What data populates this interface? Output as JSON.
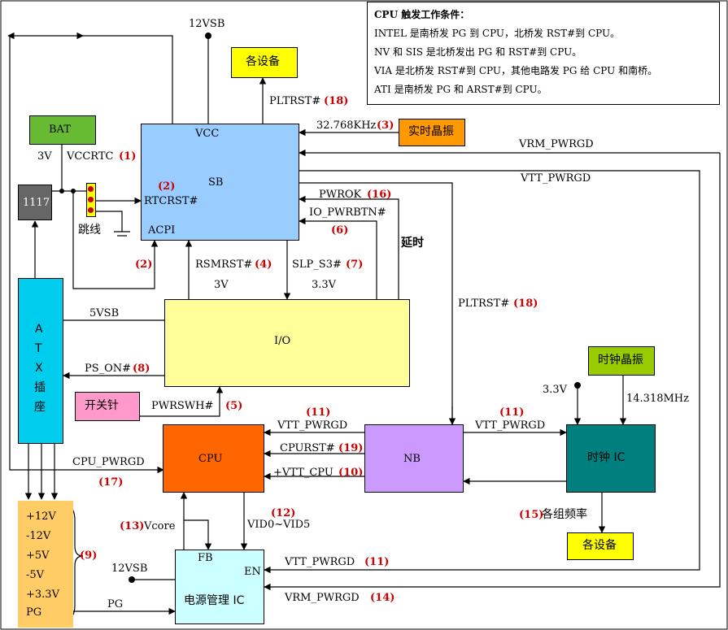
{
  "info": {
    "title": "CPU 触发工作条件：",
    "lines": [
      "INTEL 是南桥发 PG 到 CPU，北桥发 RST#到 CPU。",
      "NV 和 SIS 是北桥发出 PG 和 RST#到 CPU。",
      "VIA 是北桥发 RST#到 CPU，其他电路发 PG 给 CPU 和南桥。",
      "ATI 是南桥发 PG 和 ARST#到 CPU。"
    ]
  },
  "blocks": {
    "sb": {
      "label": "SB",
      "vcc": "VCC",
      "rtcrst": "RTCRST#",
      "acpi": "ACPI",
      "num": "(2)"
    },
    "io": {
      "label": "I/O"
    },
    "cpu": {
      "label": "CPU"
    },
    "nb": {
      "label": "NB"
    },
    "clk_ic": {
      "label": "时钟 IC"
    },
    "pwr_ic": {
      "label": "电源管理 IC",
      "fb": "FB",
      "en": "EN"
    },
    "atx": {
      "chars": [
        "A",
        "T",
        "X",
        "插",
        "座"
      ]
    },
    "bat": {
      "label": "BAT"
    },
    "reg1117": {
      "label": "1117"
    },
    "devices_top": {
      "label": "各设备"
    },
    "devices_bottom": {
      "label": "各设备"
    },
    "rtc_xtal": {
      "label": "实时晶振"
    },
    "clk_xtal": {
      "label": "时钟晶振"
    },
    "pwr_switch": {
      "label": "开关针"
    },
    "rails": {
      "items": [
        "+12V",
        "-12V",
        "+5V",
        "-5V",
        "+3.3V",
        "PG"
      ],
      "num": "(9)"
    }
  },
  "signals": {
    "v12sb_top": "12VSB",
    "v12sb_bottom": "12VSB",
    "bat_3v": "3V",
    "vccrtc": "VCCRTC",
    "vccrtc_num": "(1)",
    "jumper": "跳线",
    "acpi_num": "(2)",
    "pltrst_top": "PLTRST#",
    "pltrst_top_num": "(18)",
    "khz": "32.768KHz",
    "khz_num": "(3)",
    "vrm_pwrgd_right": "VRM_PWRGD",
    "vtt_pwrgd_right": "VTT_PWRGD",
    "pwrok": "PWROK",
    "pwrok_num": "(16)",
    "io_pwrbtn": "IO_PWRBTN#",
    "io_pwrbtn_num": "(6)",
    "delay": "延时",
    "rsmrst": "RSMRST#",
    "rsmrst_num": "(4)",
    "slp_s3": "SLP_S3#",
    "slp_s3_num": "(7)",
    "v3": "3V",
    "v33": "3.3V",
    "v5vsb": "5VSB",
    "ps_on": "PS_ON#",
    "ps_on_num": "(8)",
    "pwrswh": "PWRSWH#",
    "pwrswh_num": "(5)",
    "pltrst_nb": "PLTRST#",
    "pltrst_nb_num": "(18)",
    "vtt_cpu": "VTT_PWRGD",
    "vtt_cpu_num": "(11)",
    "cpurst": "CPURST#",
    "cpurst_num": "(19)",
    "vtt_vcpu": "+VTT_CPU",
    "vtt_vcpu_num": "(10)",
    "vtt_clk": "VTT_PWRGD",
    "vtt_clk_num": "(11)",
    "clk_33": "3.3V",
    "mhz": "14.318MHz",
    "cpu_pwrgd": "CPU_PWRGD",
    "cpu_pwrgd_num": "(17)",
    "vcore": "Vcore",
    "vcore_num": "(13)",
    "vid": "VID0~VID5",
    "vid_num": "(12)",
    "freq": "各组频率",
    "freq_num": "(15)",
    "vtt_bottom": "VTT_PWRGD",
    "vtt_bottom_num": "(11)",
    "vrm_bottom": "VRM_PWRGD",
    "vrm_bottom_num": "(14)",
    "pg": "PG"
  },
  "colors": {
    "sb": "#99ccff",
    "io": "#ffff99",
    "cpu": "#ff6600",
    "nb": "#cc99ff",
    "clk_ic": "#007f7f",
    "pwr_ic": "#ccffff",
    "atx": "#00ccee",
    "bat": "#66bb33",
    "reg1117": "#666666",
    "devices": "#ffff00",
    "rtc_xtal": "#ff9900",
    "clk_xtal": "#99cc00",
    "pwr_switch": "#ff99cc",
    "rails": "#ffcc66",
    "number_red": "#cc0000"
  }
}
